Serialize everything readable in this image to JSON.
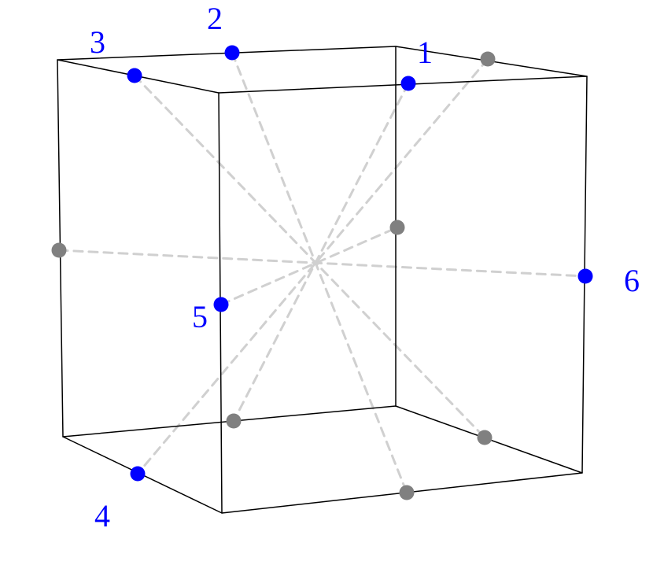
{
  "diagram": {
    "colors": {
      "highlighted_point": "#0000ff",
      "other_point": "#808080",
      "axis_line": "#d0d0d0",
      "edge": "#000000",
      "label": "#0000ff"
    },
    "labels": {
      "p1": "1",
      "p2": "2",
      "p3": "3",
      "p4": "4",
      "p5": "5",
      "p6": "6"
    }
  }
}
